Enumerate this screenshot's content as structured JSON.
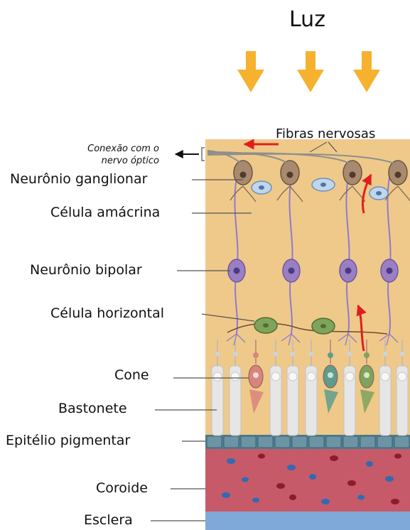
{
  "diagram": {
    "title": "Luz",
    "labels": {
      "fibras": "Fibras nervosas",
      "conexao_line1": "Conexão com o",
      "conexao_line2": "nervo óptico",
      "ganglionar": "Neurônio ganglionar",
      "amacrina": "Célula amácrina",
      "bipolar": "Neurônio bipolar",
      "horizontal": "Célula horizontal",
      "cone": "Cone",
      "bastonete": "Bastonete",
      "epitelio": "Epitélio pigmentar",
      "coroide": "Coroide",
      "esclera": "Esclera"
    },
    "colors": {
      "retina": "#EFC98A",
      "ganglion": "#A98A6E",
      "amacrine": "#BFD6EC",
      "bipolar": "#9A7FC2",
      "horizontal": "#7FA35A",
      "rod": "#E6E6E6",
      "cone_red": "#D8857D",
      "cone_teal": "#5F9C8C",
      "cone_green": "#7FA35A",
      "epithelium": "#6C94A5",
      "choroid": "#C75A68",
      "sclera": "#7FA9D9",
      "light_arrow": "#F6B22E",
      "signal_arrow": "#E11E1E"
    }
  }
}
